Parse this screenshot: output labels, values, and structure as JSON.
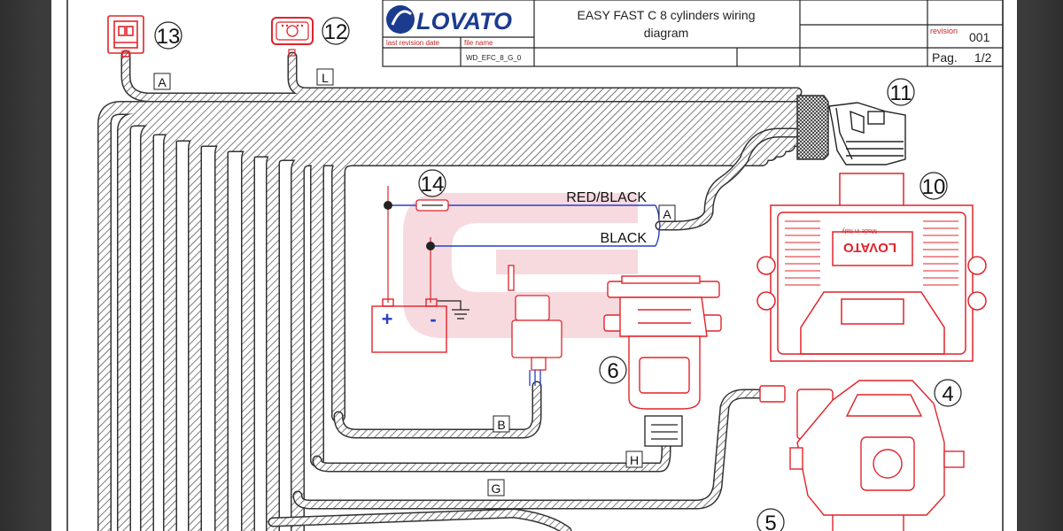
{
  "title_block": {
    "brand": "LOVATO",
    "title_line1": "EASY FAST C 8 cylinders wiring",
    "title_line2": "diagram",
    "last_revision_date_label": "last revision date",
    "file_name_label": "file name",
    "file_name_value": "WD_EFC_8_G_0",
    "revision_label": "revision",
    "revision_value": "001",
    "page_label": "Pag.",
    "page_value": "1/2"
  },
  "components": {
    "c13": "13",
    "c12": "12",
    "c11": "11",
    "c10": "10",
    "c14": "14",
    "c6": "6",
    "c4": "4",
    "c5": "5"
  },
  "connectors": {
    "A_top": "A",
    "L": "L",
    "A_right": "A",
    "B": "B",
    "H": "H",
    "G": "G"
  },
  "wires": {
    "red_black": "RED/BLACK",
    "black": "BLACK"
  },
  "battery": {
    "plus": "+",
    "minus": "-"
  },
  "ecu_label": "LOVATO",
  "ecu_sub_label": "Made in Italy",
  "colors": {
    "outline": "#e0242a",
    "harness": "#333333",
    "wire_blue": "#2a3fc4",
    "watermark": "#f2c9cf"
  }
}
